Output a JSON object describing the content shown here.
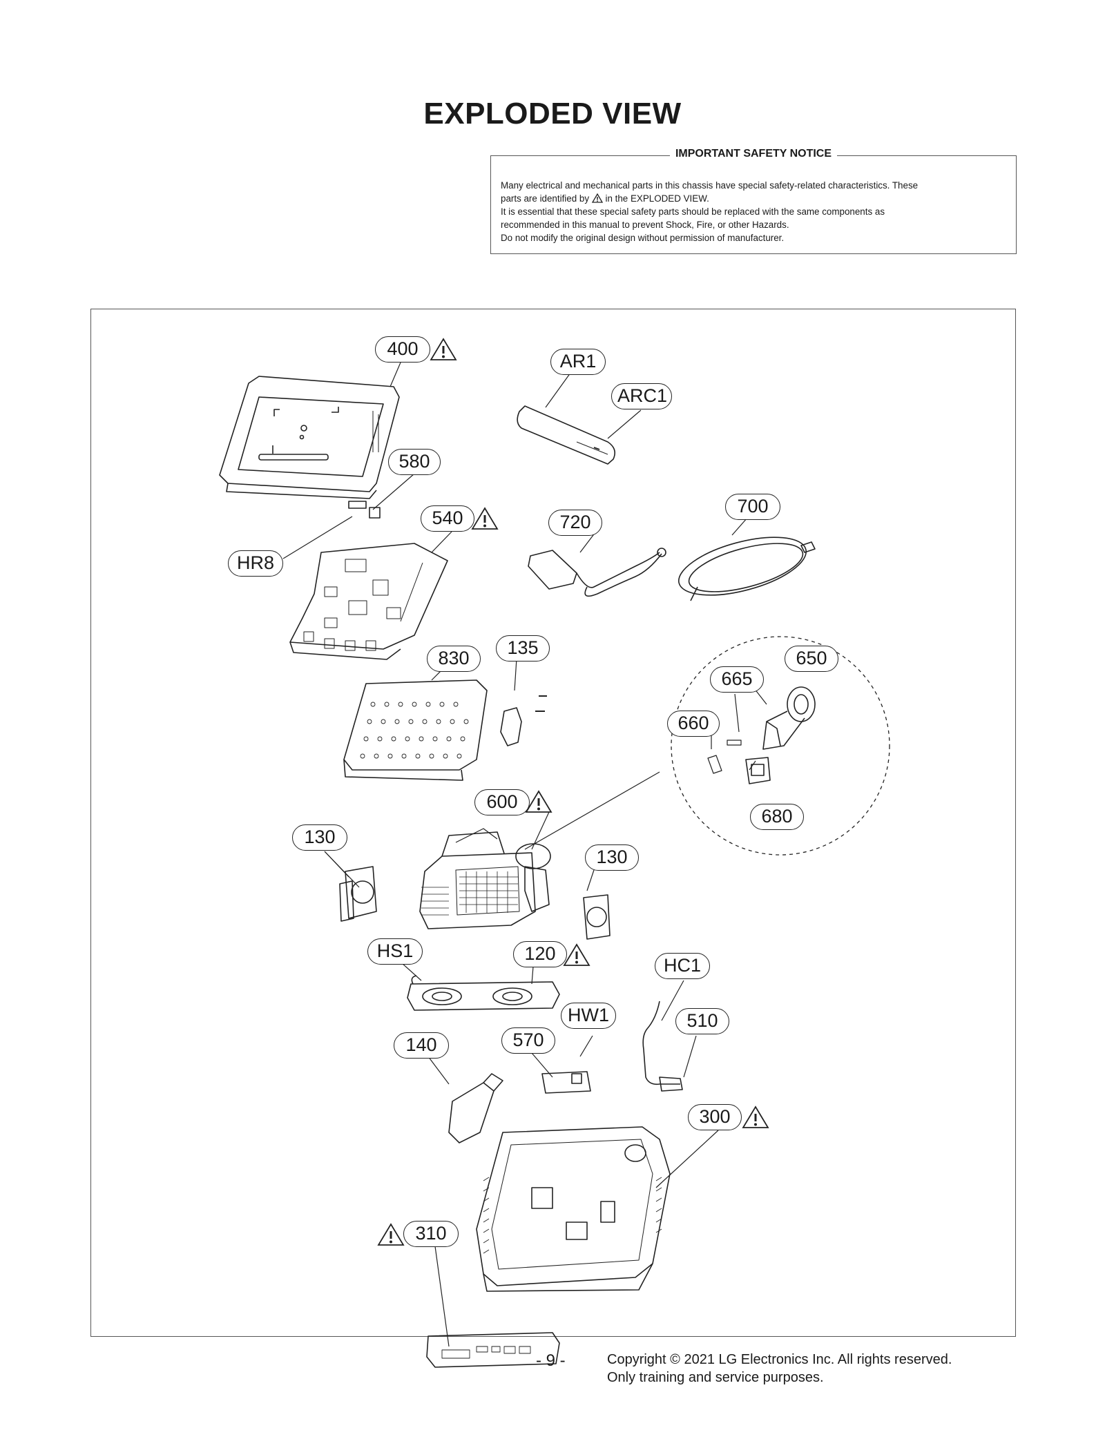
{
  "page": {
    "title": "EXPLODED VIEW",
    "page_number": "- 9 -",
    "copyright_line1": "Copyright © 2021 LG Electronics Inc. All rights reserved.",
    "copyright_line2": "Only training and service purposes."
  },
  "safety_notice": {
    "title": "IMPORTANT SAFETY NOTICE",
    "line1": "Many electrical and mechanical parts in this chassis have special safety-related characteristics. These",
    "line2_before": "parts are identified by",
    "line2_after": "in the EXPLODED VIEW.",
    "line3": "It is essential that these special safety parts should be replaced with the same components as",
    "line4": "recommended in this manual to prevent Shock, Fire, or other Hazards.",
    "line5": "Do not modify the original design without permission of manufacturer."
  },
  "callouts": {
    "c400": "400",
    "cAR1": "AR1",
    "cARC1": "ARC1",
    "c580": "580",
    "c540": "540",
    "c720": "720",
    "c700": "700",
    "cHR8": "HR8",
    "c830": "830",
    "c135": "135",
    "c650": "650",
    "c665": "665",
    "c660": "660",
    "c680": "680",
    "c600": "600",
    "c130a": "130",
    "c130b": "130",
    "cHS1": "HS1",
    "c120": "120",
    "cHC1": "HC1",
    "cHW1": "HW1",
    "c510": "510",
    "c140": "140",
    "c570": "570",
    "c300": "300",
    "c310": "310"
  }
}
